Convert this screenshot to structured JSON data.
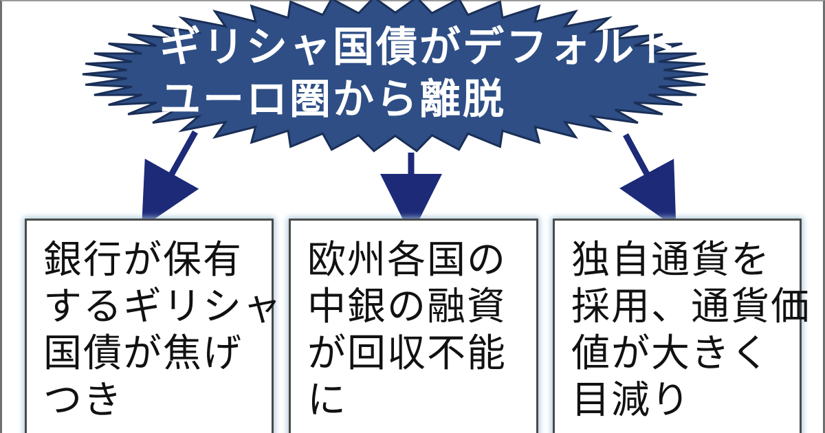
{
  "headline": {
    "line1": "ギリシャ国債がデフォルト",
    "line2": "ユーロ圏から離脱"
  },
  "consequences": [
    {
      "lines": [
        "銀行が保有",
        "するギリシャ",
        "国債が焦げ",
        "つき"
      ]
    },
    {
      "lines": [
        "欧州各国の",
        "中銀の融資",
        "が回収不能",
        "に"
      ]
    },
    {
      "lines": [
        "独自通貨を",
        "採用、通貨価",
        "値が大きく",
        "目減り"
      ]
    }
  ],
  "colors": {
    "burst_fill": "#2e4e85",
    "burst_stroke": "#1a2f57",
    "arrow": "#1c2a78",
    "box_border": "#4a4a4a",
    "box_glow": "#a0bed7"
  }
}
